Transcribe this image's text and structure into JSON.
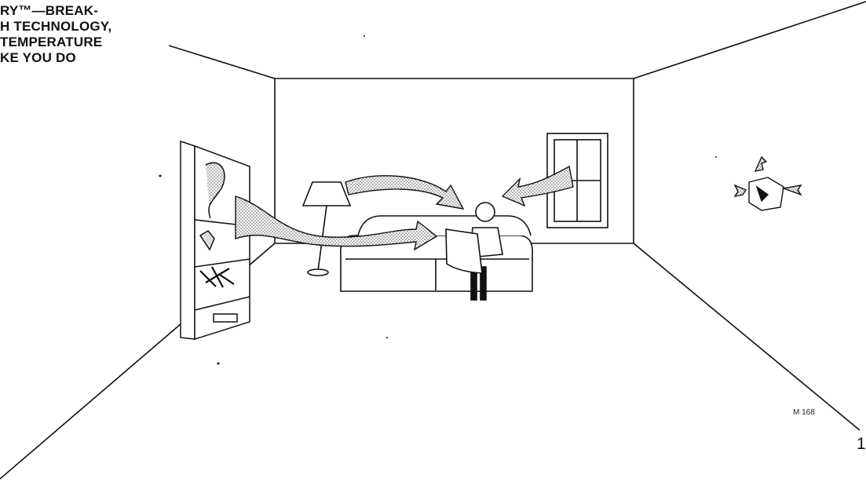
{
  "headline": {
    "lines": [
      "RY™—BREAK-",
      "H TECHNOLOGY,",
      "TEMPERATURE",
      "KE YOU DO"
    ]
  },
  "figure_code": "M 168",
  "page_number": "1"
}
